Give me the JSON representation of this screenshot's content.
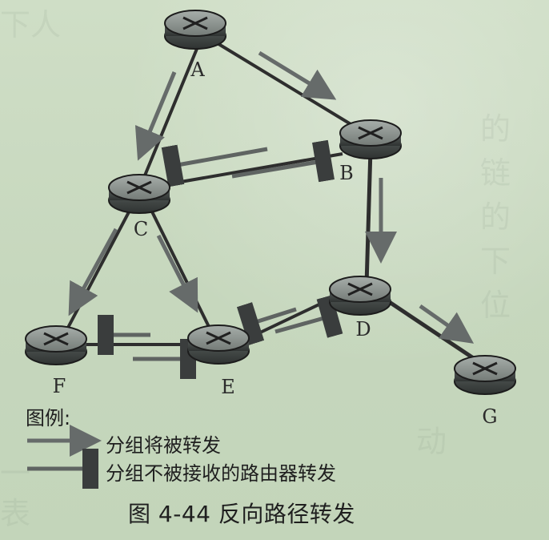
{
  "figure": {
    "nodes": [
      {
        "id": "A",
        "label": "A"
      },
      {
        "id": "B",
        "label": "B"
      },
      {
        "id": "C",
        "label": "C"
      },
      {
        "id": "D",
        "label": "D"
      },
      {
        "id": "E",
        "label": "E"
      },
      {
        "id": "F",
        "label": "F"
      },
      {
        "id": "G",
        "label": "G"
      }
    ],
    "legend": {
      "title": "图例:",
      "items": [
        {
          "label": "分组将被转发"
        },
        {
          "label": "分组不被接收的路由器转发"
        }
      ]
    },
    "caption": "图 4-44    反向路径转发",
    "colors": {
      "router_body": "#4b4f4f",
      "router_top": "#8b918d",
      "router_edge": "#1c1c1c",
      "link": "#2e2e2e",
      "arrow": "#666b6a",
      "blocked": "#3a3d3d"
    }
  }
}
